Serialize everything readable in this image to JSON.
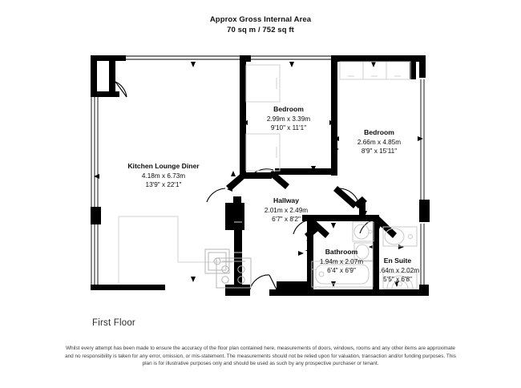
{
  "header": {
    "title_line1": "Approx Gross Internal Area",
    "title_line2": "70 sq m / 752 sq ft"
  },
  "floor_label": "First Floor",
  "disclaimer": "Whilst every attempt has been made to ensure the accuracy of the floor plan contained here, measurements of doors, windows, rooms and any other items are approximate and no responsibility is taken for any error, omission, or mis-statement. The measurements should not be relied upon for valuation, transaction and/or funding purposes. This plan is for illustrative purposes only and should be used as such by any prospective purchaser or tenant.",
  "rooms": [
    {
      "id": "kitchen-lounge-diner",
      "name": "Kitchen Lounge Diner",
      "dim_metric": "4.18m x 6.73m",
      "dim_imperial": "13'9\" x 22'1\""
    },
    {
      "id": "bedroom-1",
      "name": "Bedroom",
      "dim_metric": "2.99m x 3.39m",
      "dim_imperial": "9'10\" x 11'1\""
    },
    {
      "id": "bedroom-2",
      "name": "Bedroom",
      "dim_metric": "2.66m x 4.85m",
      "dim_imperial": "8'9\" x 15'11\""
    },
    {
      "id": "hallway",
      "name": "Hallway",
      "dim_metric": "2.01m x 2.49m",
      "dim_imperial": "6'7\" x 8'2\""
    },
    {
      "id": "bathroom",
      "name": "Bathroom",
      "dim_metric": "1.94m x 2.07m",
      "dim_imperial": "6'4\" x 6'9\""
    },
    {
      "id": "en-suite",
      "name": "En Suite",
      "dim_metric": "1.64m x 2.02m",
      "dim_imperial": "5'5\" x 6'8\""
    }
  ],
  "colors": {
    "wall": "#000000",
    "fixture": "#c9c9c9",
    "text": "#0d0d0d",
    "background": "#ffffff"
  }
}
